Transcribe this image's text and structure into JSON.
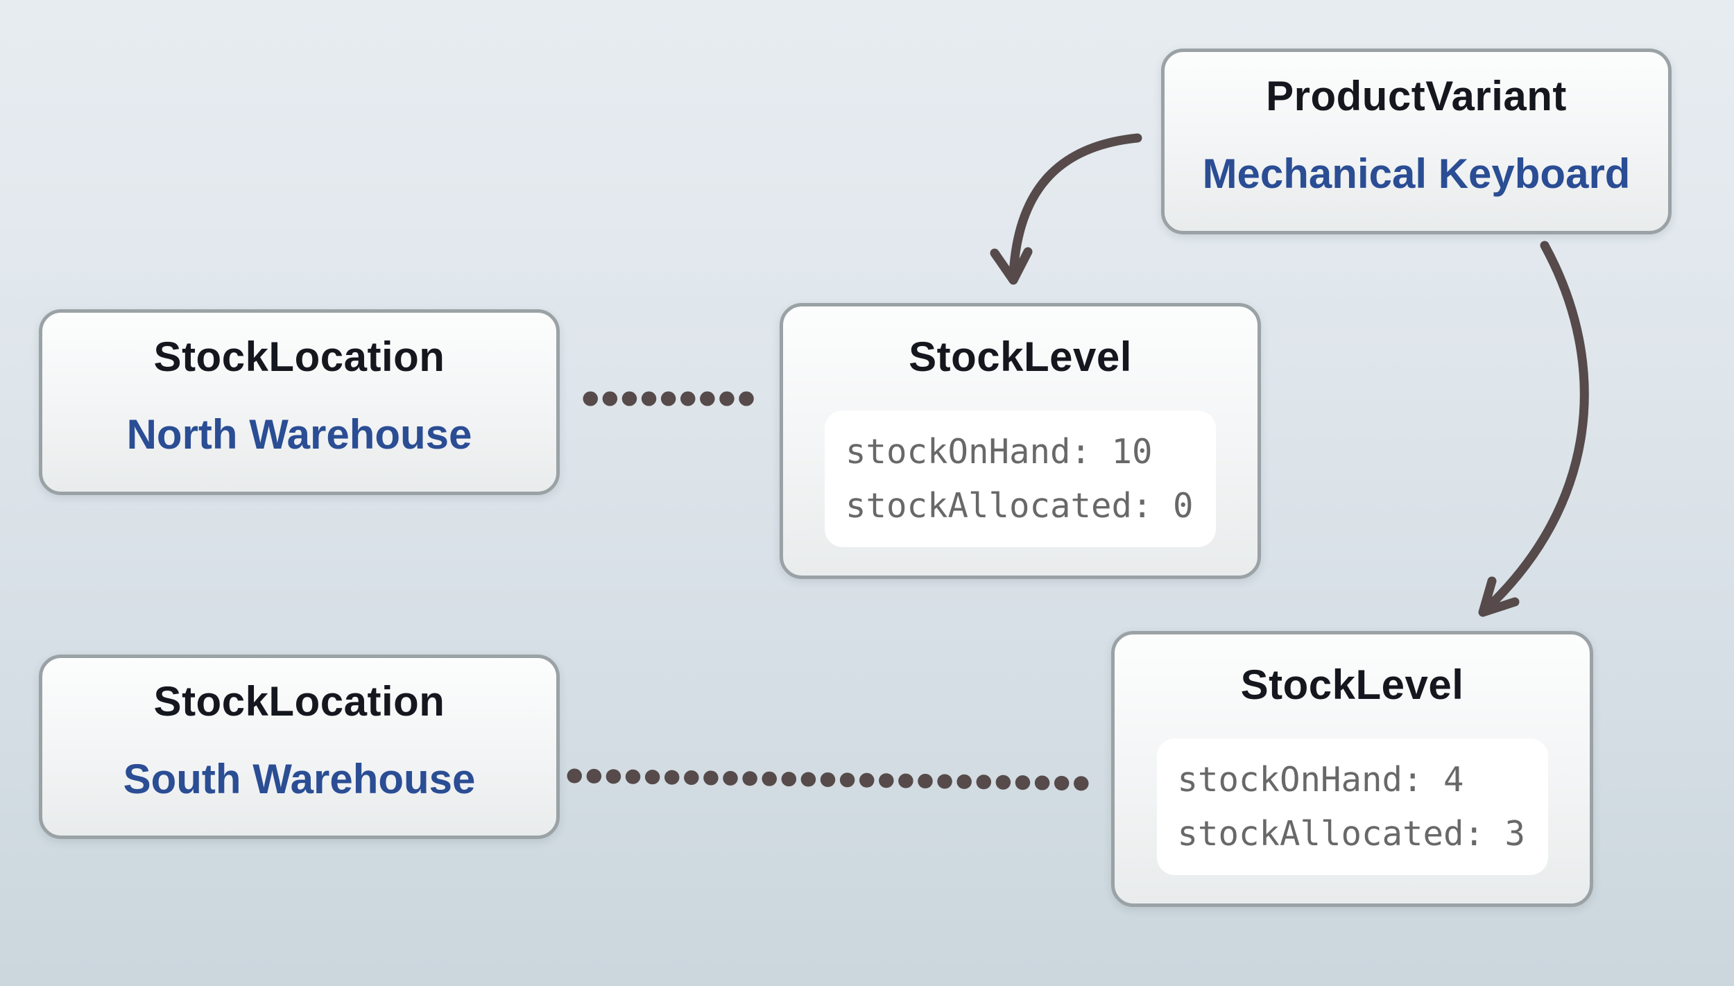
{
  "diagram": {
    "product_variant": {
      "entity": "ProductVariant",
      "name": "Mechanical Keyboard"
    },
    "stock_location_north": {
      "entity": "StockLocation",
      "name": "North Warehouse"
    },
    "stock_location_south": {
      "entity": "StockLocation",
      "name": "South Warehouse"
    },
    "stock_level_north": {
      "entity": "StockLevel",
      "stock_on_hand_line": "stockOnHand: 10",
      "stock_allocated_line": "stockAllocated: 0"
    },
    "stock_level_south": {
      "entity": "StockLevel",
      "stock_on_hand_line": "stockOnHand: 4",
      "stock_allocated_line": "stockAllocated: 3"
    }
  },
  "colors": {
    "connector": "#564a4a",
    "box_border": "#9aa2a5",
    "entity_title": "#15171e",
    "entity_name_blue": "#2a4d94",
    "code_text": "#686868",
    "panel_white": "#ffffff"
  }
}
